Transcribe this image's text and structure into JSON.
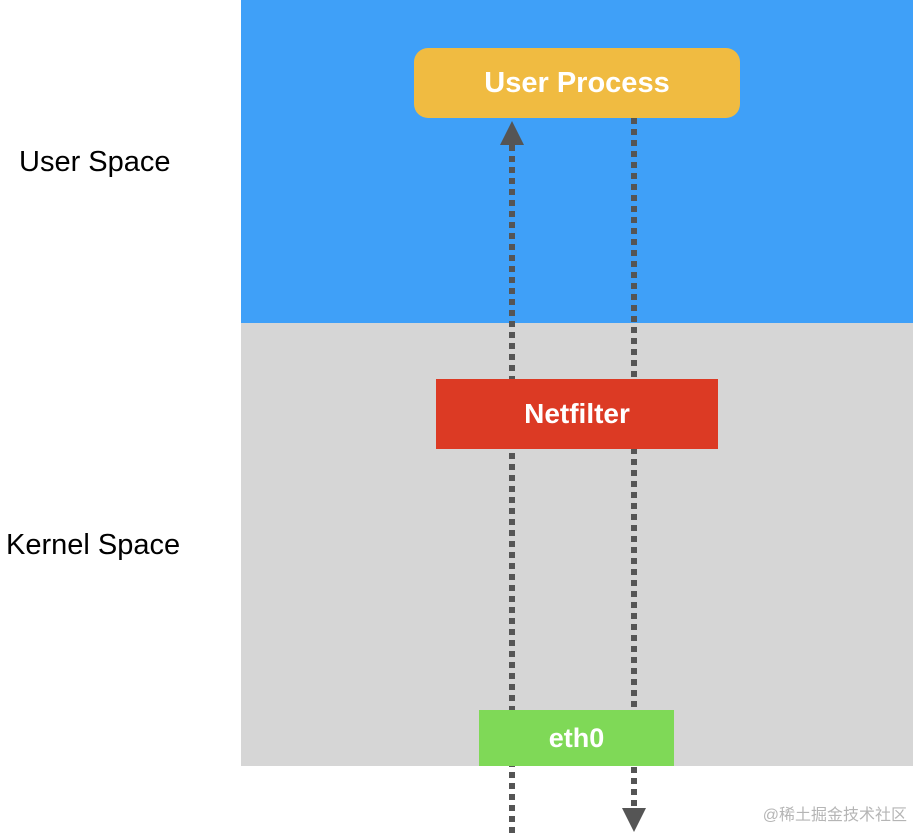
{
  "labels": {
    "user_space": "User Space",
    "kernel_space": "Kernel Space"
  },
  "boxes": {
    "user_process": "User Process",
    "netfilter": "Netfilter",
    "eth0": "eth0"
  },
  "watermark": "@稀土掘金技术社区",
  "colors": {
    "user_space_bg": "#3fa0f8",
    "kernel_space_bg": "#d6d6d6",
    "user_process": "#f0bb41",
    "netfilter": "#dc3a24",
    "eth0": "#7fd957",
    "arrow": "#555555"
  }
}
